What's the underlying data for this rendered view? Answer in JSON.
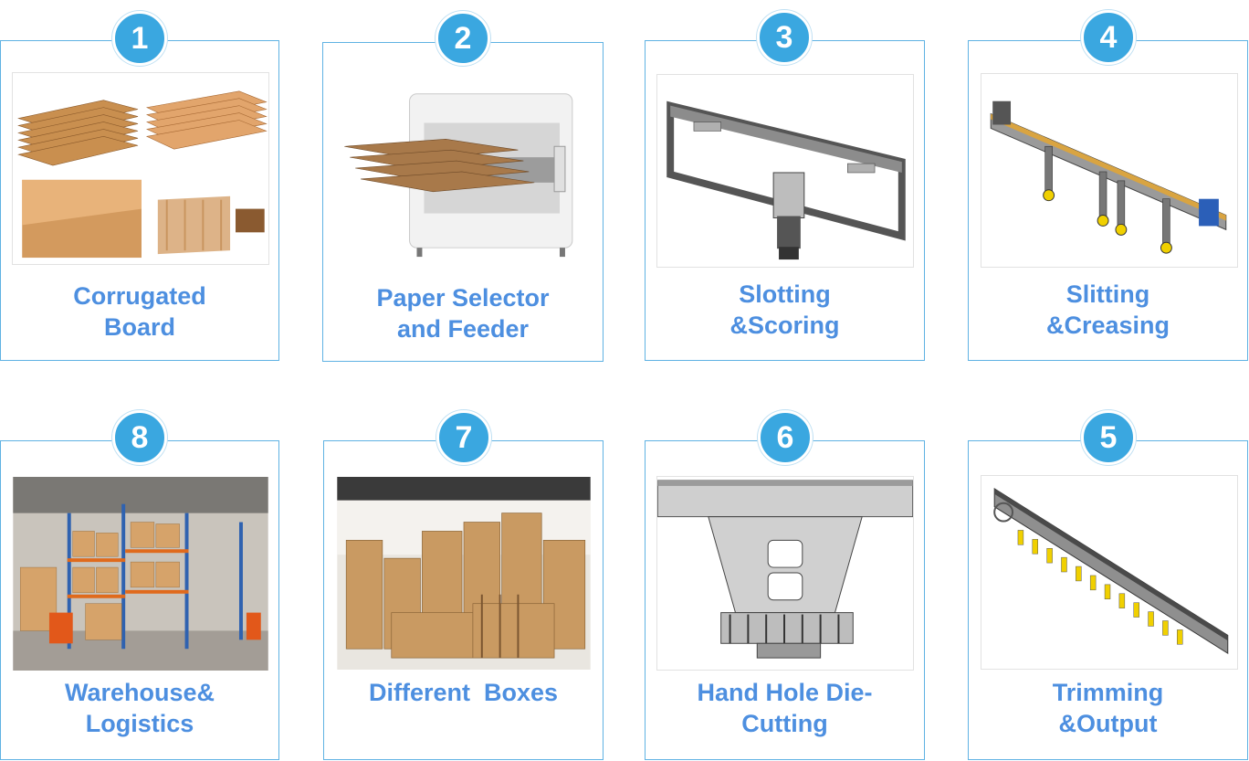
{
  "steps": [
    {
      "number": "1",
      "title": "Corrugated\nBoard",
      "image": "corrugated-board-photo"
    },
    {
      "number": "2",
      "title": "Paper Selector\nand Feeder",
      "image": "paper-feeder-machine-photo"
    },
    {
      "number": "3",
      "title": "Slotting\n&Scoring",
      "image": "slotting-unit-render"
    },
    {
      "number": "4",
      "title": "Slitting\n&Creasing",
      "image": "slitting-unit-render"
    },
    {
      "number": "8",
      "title": "Warehouse&\nLogistics",
      "image": "warehouse-photo"
    },
    {
      "number": "7",
      "title": "Different  Boxes",
      "image": "cardboard-boxes-photo"
    },
    {
      "number": "6",
      "title": "Hand Hole Die-\nCutting",
      "image": "die-cutting-unit-render"
    },
    {
      "number": "5",
      "title": "Trimming\n&Output",
      "image": "trimming-unit-render"
    }
  ],
  "colors": {
    "accent": "#3aa7e0",
    "title": "#4d8fe0",
    "border": "#5fb2e3"
  }
}
